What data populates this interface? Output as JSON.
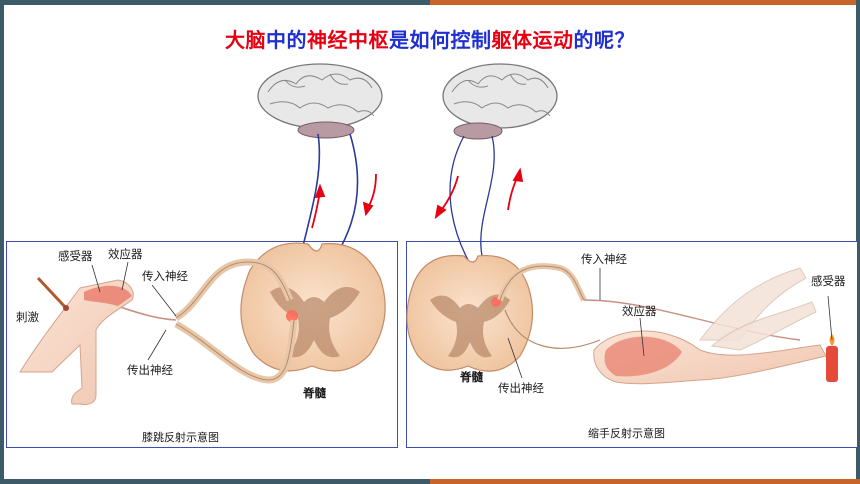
{
  "title": {
    "parts": [
      {
        "text": "大脑",
        "style": "highlight"
      },
      {
        "text": "中的",
        "style": "normal"
      },
      {
        "text": "神经中枢",
        "style": "highlight"
      },
      {
        "text": "是如何控制",
        "style": "normal"
      },
      {
        "text": "躯体运动",
        "style": "highlight"
      },
      {
        "text": "的呢？",
        "style": "normal"
      }
    ]
  },
  "left_diagram": {
    "labels": {
      "receptor": "感受器",
      "effector": "效应器",
      "stimulus": "刺激",
      "afferent": "传入神经",
      "efferent": "传出神经",
      "spinal_cord": "脊髓"
    },
    "caption": "膝跳反射示意图"
  },
  "right_diagram": {
    "labels": {
      "afferent": "传入神经",
      "effector": "效应器",
      "receptor": "感受器",
      "spinal_cord": "脊髓",
      "efferent": "传出神经"
    },
    "caption": "缩手反射示意图"
  },
  "colors": {
    "highlight": "#e60012",
    "normal": "#1f2fd0",
    "frame": "#3a4fb0",
    "arrow": "#e60012",
    "accent_left": "#3c5a68",
    "accent_right": "#c8642a"
  }
}
